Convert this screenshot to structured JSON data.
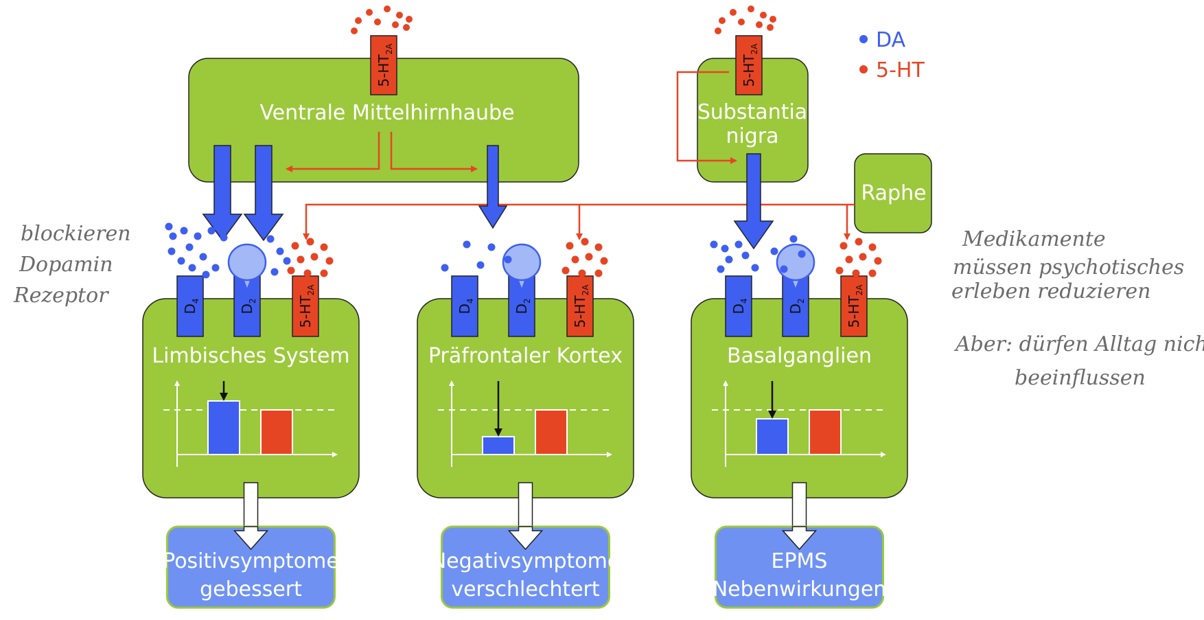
{
  "colors": {
    "green": "#9cc83c",
    "blue": "#3e5ff0",
    "red": "#e64524",
    "lightblue": "#6f92f2",
    "grey": "#6b6b6b"
  },
  "sources": {
    "vta": "Ventrale Mittelhirnhaube",
    "sn_line1": "Substantia",
    "sn_line2": "nigra",
    "raphe": "Raphe"
  },
  "legend": {
    "da": "DA",
    "ht": "5-HT"
  },
  "receptors": {
    "d4": "D4",
    "d2": "D2",
    "ht2a": "5-HT2A"
  },
  "regions": [
    {
      "name": "Limbisches System",
      "outcome_line1": "Positivsymptome",
      "outcome_line2": "gebessert",
      "da_level": 1.2,
      "ht_level": 1.0
    },
    {
      "name": "Präfrontaler Kortex",
      "outcome_line1": "Negativsymptome",
      "outcome_line2": "verschlechtert",
      "da_level": 0.4,
      "ht_level": 1.0
    },
    {
      "name": "Basalganglien",
      "outcome_line1": "EPMS",
      "outcome_line2": "Nebenwirkungen",
      "da_level": 0.8,
      "ht_level": 1.0
    }
  ],
  "notes": {
    "left_1": "blockieren",
    "left_2": "Dopamin",
    "left_3": "Rezeptor",
    "right_1": "Medikamente",
    "right_2": "müssen psychotisches",
    "right_3": "erleben reduzieren",
    "right_4": "Aber: dürfen Alltag nicht",
    "right_5": "beeinflussen"
  }
}
